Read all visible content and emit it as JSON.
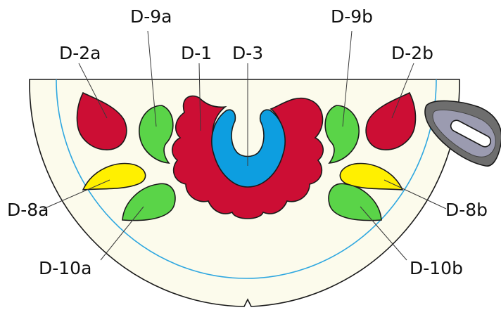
{
  "diagram": {
    "colors": {
      "background": "#ffffff",
      "template": "#fcfbec",
      "seam_line": "#2ea7e0",
      "red": "#cc0e34",
      "blue": "#0d9ee0",
      "green": "#5ad448",
      "yellow": "#fff000",
      "grip_outer": "#6e6e6e",
      "grip_inner": "#9b9bb0"
    },
    "labels": {
      "d2a": "D-2a",
      "d9a": "D-9a",
      "d1": "D-1",
      "d3": "D-3",
      "d9b": "D-9b",
      "d2b": "D-2b",
      "d8a": "D-8a",
      "d8b": "D-8b",
      "d10a": "D-10a",
      "d10b": "D-10b"
    }
  }
}
